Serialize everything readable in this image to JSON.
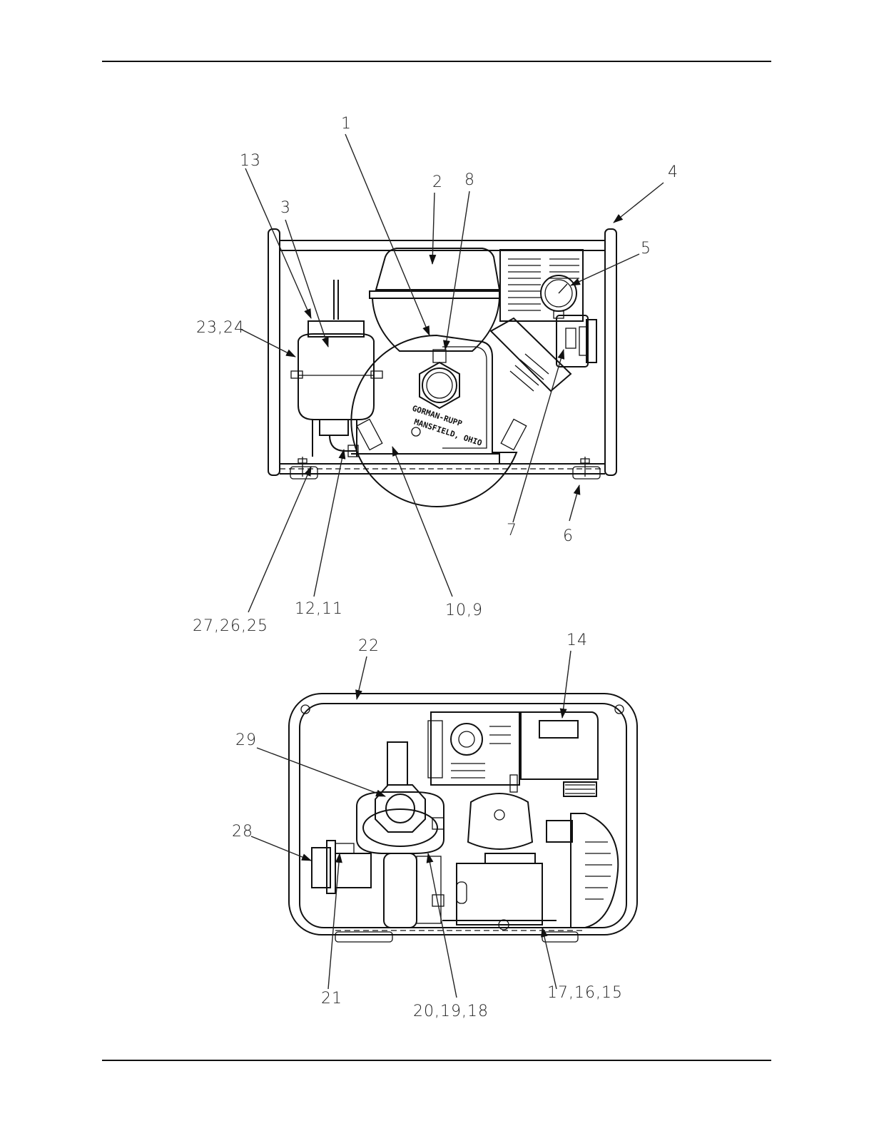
{
  "callouts_top": {
    "c1": "1",
    "c2": "2",
    "c8": "8",
    "c4": "4",
    "c13": "13",
    "c3": "3",
    "c5": "5",
    "c23_24": "23,24",
    "c7": "7",
    "c6": "6",
    "c27_26_25": "27,26,25",
    "c12_11": "12,11",
    "c10_9": "10,9"
  },
  "callouts_bottom": {
    "c22": "22",
    "c14": "14",
    "c29": "29",
    "c28": "28",
    "c21": "21",
    "c20_19_18": "20,19,18",
    "c17_16_15": "17,16,15"
  },
  "pump_casting": {
    "brand_line1": "GORMAN-RUPP",
    "brand_line2": "MANSFIELD, OHIO"
  }
}
